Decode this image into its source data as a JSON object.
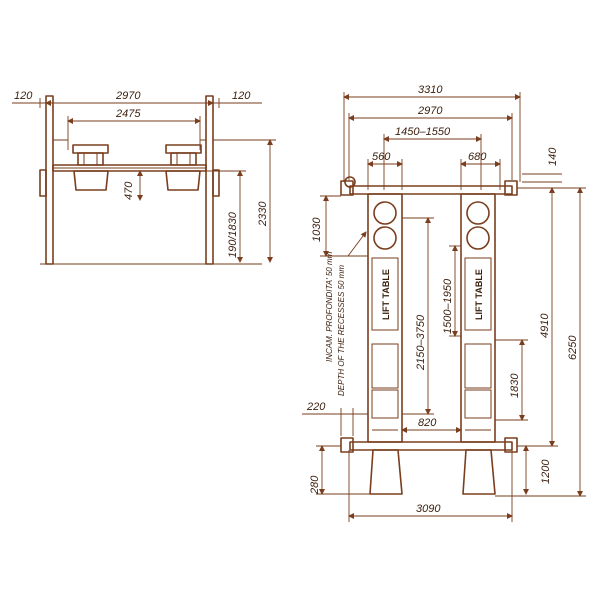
{
  "colors": {
    "line": "#7a3e1e",
    "text": "#3a1e0c",
    "background": "#ffffff"
  },
  "front_view": {
    "dims": {
      "left_offset": "120",
      "overall_width": "2970",
      "right_offset": "120",
      "inner_width": "2475",
      "platform_height": "470",
      "lift_height": "190/1830",
      "total_height": "2330"
    }
  },
  "plan_view": {
    "dims": {
      "outer_width": "3310",
      "column_width": "2970",
      "track_span": "1450–1550",
      "track_left_width": "560",
      "track_right_width": "680",
      "top_clearance": "140",
      "column_offset": "1030",
      "base_range": "2150–3750",
      "inner_range": "1500–1950",
      "rail_length": "1830",
      "ramp_length": "4910",
      "overall_length": "6250",
      "side_gap": "220",
      "track_gap": "820",
      "ramp_height": "280",
      "end_length": "1200",
      "base_width": "3090"
    },
    "labels": {
      "lift_table_left": "LIFT TABLE",
      "lift_table_right": "LIFT TABLE",
      "recess_it": "INCAM. PROFONDITA' 50 mm",
      "recess_en": "DEPTH OF THE RECESSES 50 mm"
    }
  }
}
